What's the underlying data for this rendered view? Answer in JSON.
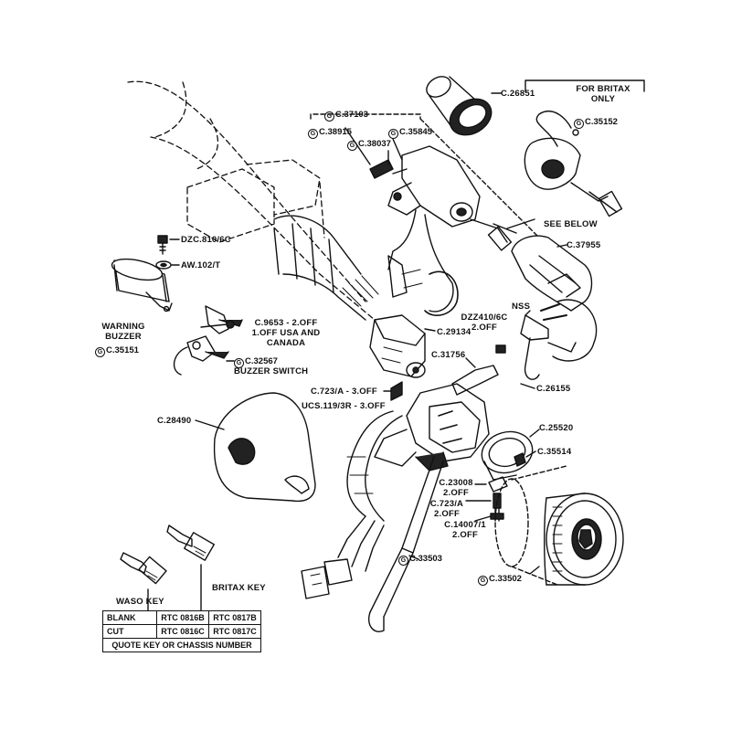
{
  "title": "",
  "parts": {
    "c26851": "C.26851",
    "for_britax": [
      "FOR BRITAX",
      "ONLY"
    ],
    "c37103": "C.37103",
    "c35152": "C.35152",
    "c38915": "C.38915",
    "c35845": "C.35845",
    "c38037": "C.38037",
    "see_below": "SEE BELOW",
    "c37955": "C.37955",
    "dzc810": "DZC.810/6C",
    "aw102": "AW.102/T",
    "warning_buzzer": [
      "WARNING",
      "BUZZER"
    ],
    "c35151": "C.35151",
    "c9653": [
      "C.9653 - 2.OFF",
      "1.OFF USA AND",
      "CANADA"
    ],
    "c32567": [
      "C.32567",
      "BUZZER SWITCH"
    ],
    "dzz410": [
      "DZZ410/6C",
      "2.OFF"
    ],
    "nss": "NSS",
    "c29134": "C.29134",
    "c31756": "C.31756",
    "c26155": "C.26155",
    "c723a_top": "C.723/A - 3.OFF",
    "ucs119": "UCS.119/3R - 3.OFF",
    "c28490": "C.28490",
    "c25520": "C.25520",
    "c35514": "C.35514",
    "c23008": [
      "C.23008",
      "2.OFF"
    ],
    "c723a_bottom": [
      "C.723/A",
      "2.OFF"
    ],
    "c14007": [
      "C.14007/1",
      "2.OFF"
    ],
    "c33503": "C.33503",
    "c33502": "C.33502",
    "britax_key": "BRITAX KEY",
    "waso_key": "WASO KEY",
    "g_mark": "G"
  },
  "key_table": {
    "rows": [
      {
        "label": "BLANK",
        "waso": "RTC 0816B",
        "britax": "RTC 0817B"
      },
      {
        "label": "CUT",
        "waso": "RTC 0816C",
        "britax": "RTC 0817C"
      }
    ],
    "footer": "QUOTE KEY OR CHASSIS NUMBER"
  }
}
